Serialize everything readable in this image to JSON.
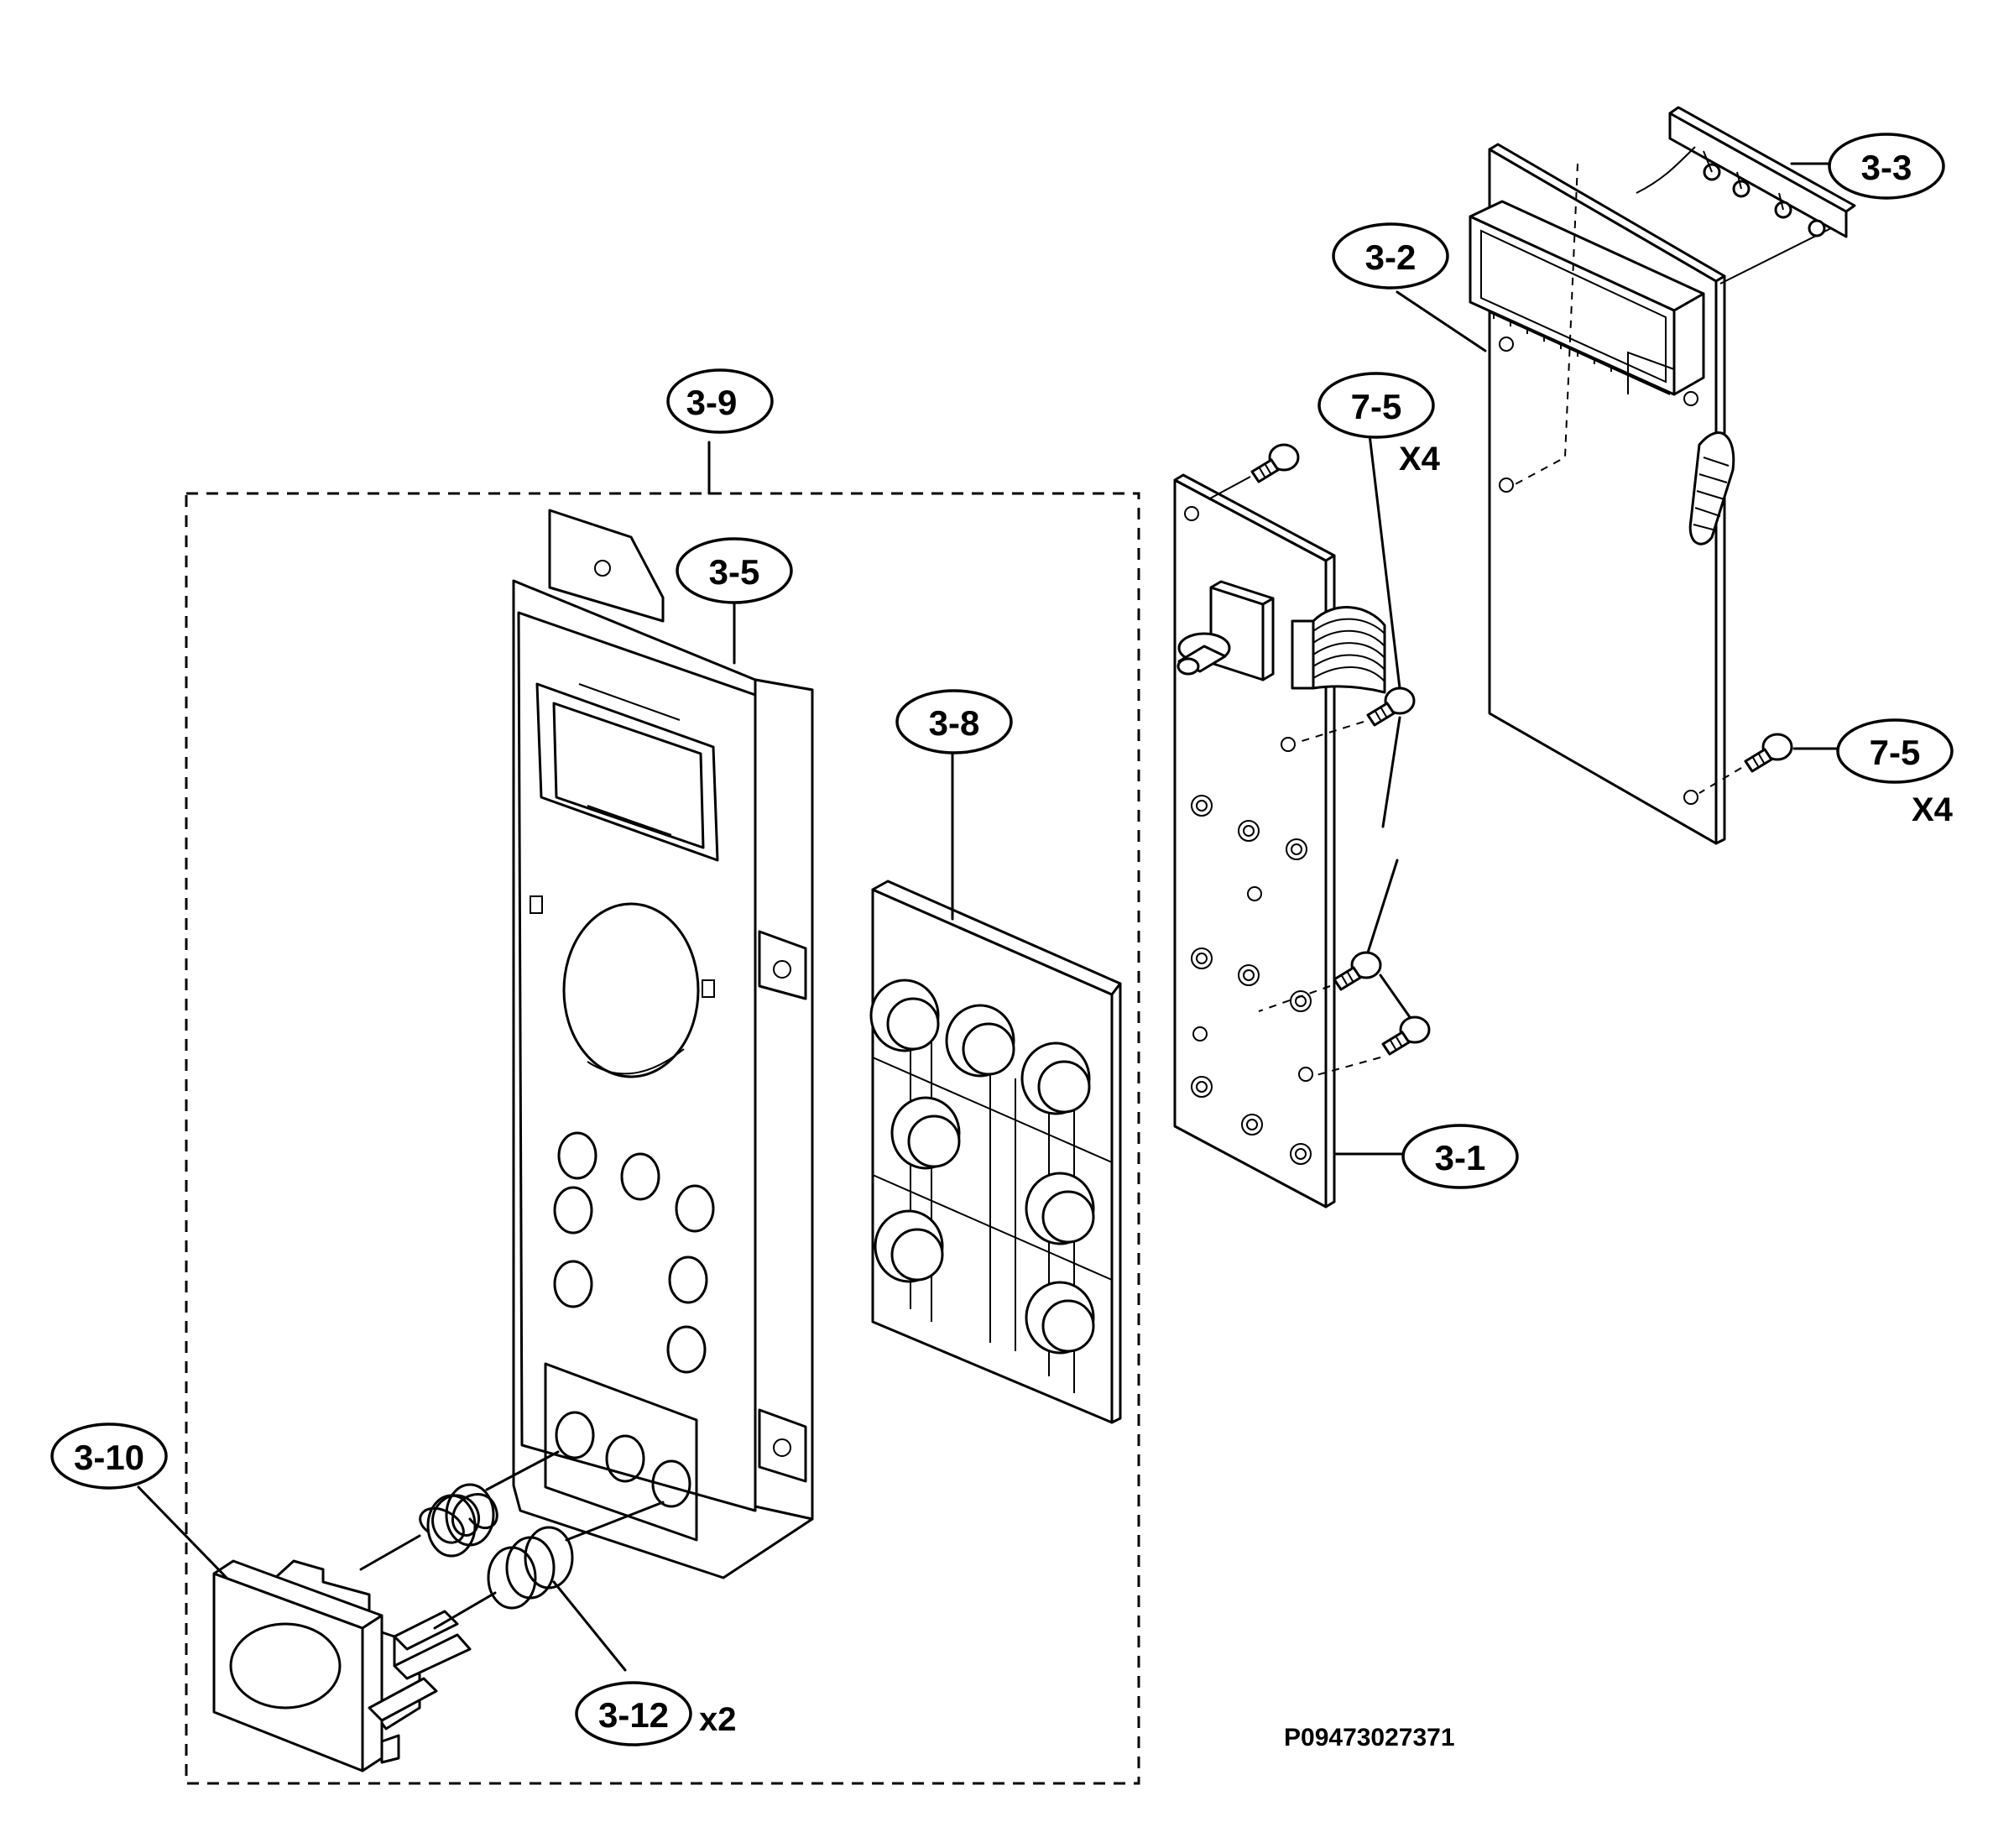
{
  "labels": {
    "l_3_1": "3-1",
    "l_3_2": "3-2",
    "l_3_3": "3-3",
    "l_3_5": "3-5",
    "l_3_8": "3-8",
    "l_3_9": "3-9",
    "l_3_10": "3-10",
    "l_3_12": "3-12",
    "l_7_5_a": "7-5",
    "l_7_5_b": "7-5"
  },
  "quantities": {
    "q_7_5_a": "X4",
    "q_7_5_b": "X4",
    "q_3_12": "x2"
  },
  "drawing_code": "P09473027371"
}
